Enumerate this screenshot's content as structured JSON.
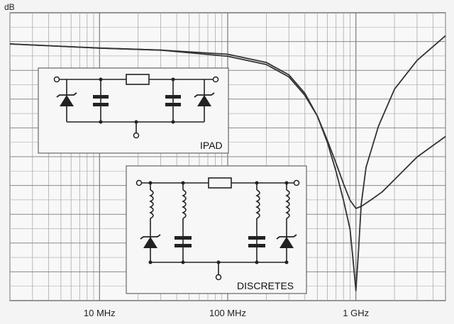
{
  "chart_data": {
    "type": "line",
    "title": "",
    "ylabel": "dB",
    "xlabel": "",
    "x_scale": "log",
    "xlim_hz": [
      2000000,
      5000000000
    ],
    "x_ticks": [
      {
        "value": 10000000,
        "label": "10 MHz"
      },
      {
        "value": 100000000,
        "label": "100 MHz"
      },
      {
        "value": 1000000000,
        "label": "1 GHz"
      }
    ],
    "grid": true,
    "series": [
      {
        "name": "IPAD",
        "x": [
          2000000,
          10000000,
          30000000,
          100000000,
          200000000,
          300000000,
          400000000,
          500000000,
          600000000,
          700000000,
          800000000,
          900000000,
          1000000000,
          1100000000,
          1300000000,
          1600000000,
          2000000000,
          3000000000,
          5000000000
        ],
        "y_rel": [
          0.0,
          -0.02,
          -0.03,
          -0.06,
          -0.1,
          -0.16,
          -0.25,
          -0.35,
          -0.47,
          -0.58,
          -0.68,
          -0.76,
          -0.8,
          -0.79,
          -0.76,
          -0.72,
          -0.66,
          -0.55,
          -0.45
        ]
      },
      {
        "name": "DISCRETES",
        "x": [
          2000000,
          10000000,
          30000000,
          100000000,
          200000000,
          300000000,
          400000000,
          500000000,
          600000000,
          700000000,
          800000000,
          900000000,
          950000000,
          1000000000,
          1050000000,
          1100000000,
          1200000000,
          1500000000,
          2000000000,
          3000000000,
          5000000000
        ],
        "y_rel": [
          0.0,
          -0.02,
          -0.03,
          -0.05,
          -0.09,
          -0.15,
          -0.24,
          -0.35,
          -0.48,
          -0.62,
          -0.76,
          -0.9,
          -1.05,
          -1.2,
          -1.0,
          -0.78,
          -0.6,
          -0.4,
          -0.22,
          -0.08,
          0.04
        ]
      }
    ],
    "insets": [
      {
        "label": "IPAD"
      },
      {
        "label": "DISCRETES"
      }
    ]
  }
}
